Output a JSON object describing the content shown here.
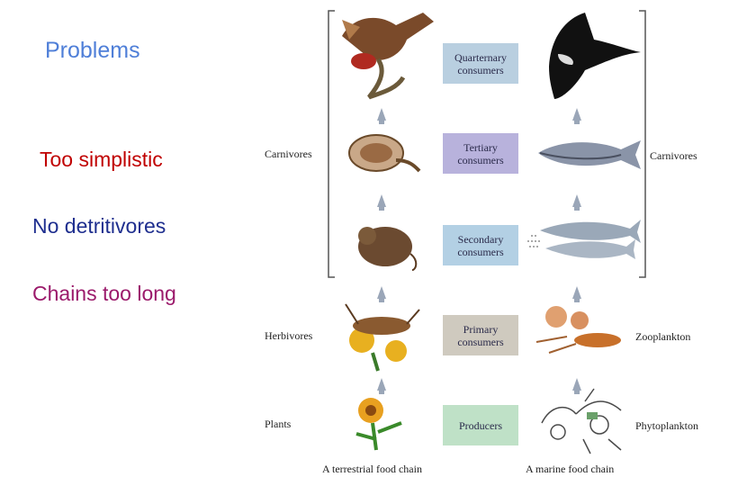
{
  "slide": {
    "heading": "Problems",
    "bullets": [
      "Too  simplistic",
      "No  detritivores",
      "Chains too long"
    ]
  },
  "diagram": {
    "levels": [
      "Quarternary consumers",
      "Tertiary consumers",
      "Secondary consumers",
      "Primary consumers",
      "Producers"
    ],
    "left_labels": {
      "carnivores": "Carnivores",
      "herbivores": "Herbivores",
      "plants": "Plants"
    },
    "right_labels": {
      "carnivores": "Carnivores",
      "zooplankton": "Zooplankton",
      "phytoplankton": "Phytoplankton"
    },
    "captions": {
      "terrestrial": "A terrestrial food chain",
      "marine": "A marine food chain"
    },
    "colors": {
      "arrow": "#9aa6b8",
      "bracket": "#555555"
    }
  }
}
